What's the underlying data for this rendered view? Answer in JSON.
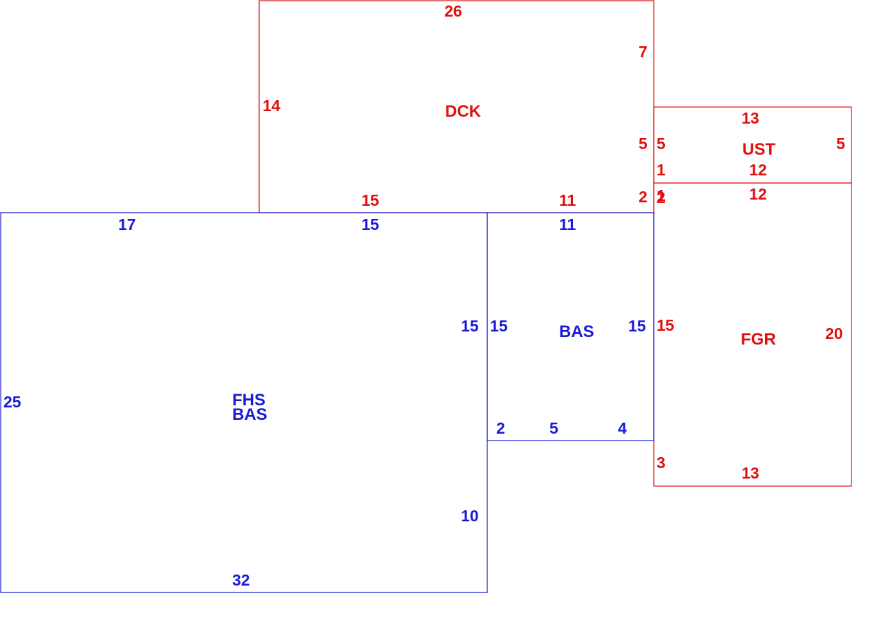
{
  "colors": {
    "living_area": "#1a1ad6",
    "other_area": "#e01010",
    "background": "#ffffff"
  },
  "areas": {
    "dck": {
      "label": "DCK",
      "dims": {
        "top": "26",
        "left": "14",
        "right_upper": "7",
        "right_mid": "5",
        "right_lower": "2",
        "bottom_left": "15",
        "bottom_right": "11"
      }
    },
    "ust": {
      "label": "UST",
      "dims": {
        "top": "13",
        "left": "5",
        "right": "5",
        "left_lower": "1",
        "bottom": "12"
      }
    },
    "fgr": {
      "label": "FGR",
      "dims": {
        "top": "12",
        "left_top_a": "1",
        "left_top_b": "2",
        "left": "15",
        "right": "20",
        "left_lower": "3",
        "bottom": "13"
      }
    },
    "bas_main": {
      "label_line1": "FHS",
      "label_line2": "BAS",
      "dims": {
        "top_left": "17",
        "top_right": "15",
        "left": "25",
        "right_upper": "15",
        "right_lower": "10",
        "bottom": "32"
      }
    },
    "bas_addition": {
      "label": "BAS",
      "dims": {
        "top": "11",
        "left": "15",
        "right": "15",
        "bottom_left": "2",
        "bottom_mid": "5",
        "bottom_right": "4"
      }
    }
  }
}
